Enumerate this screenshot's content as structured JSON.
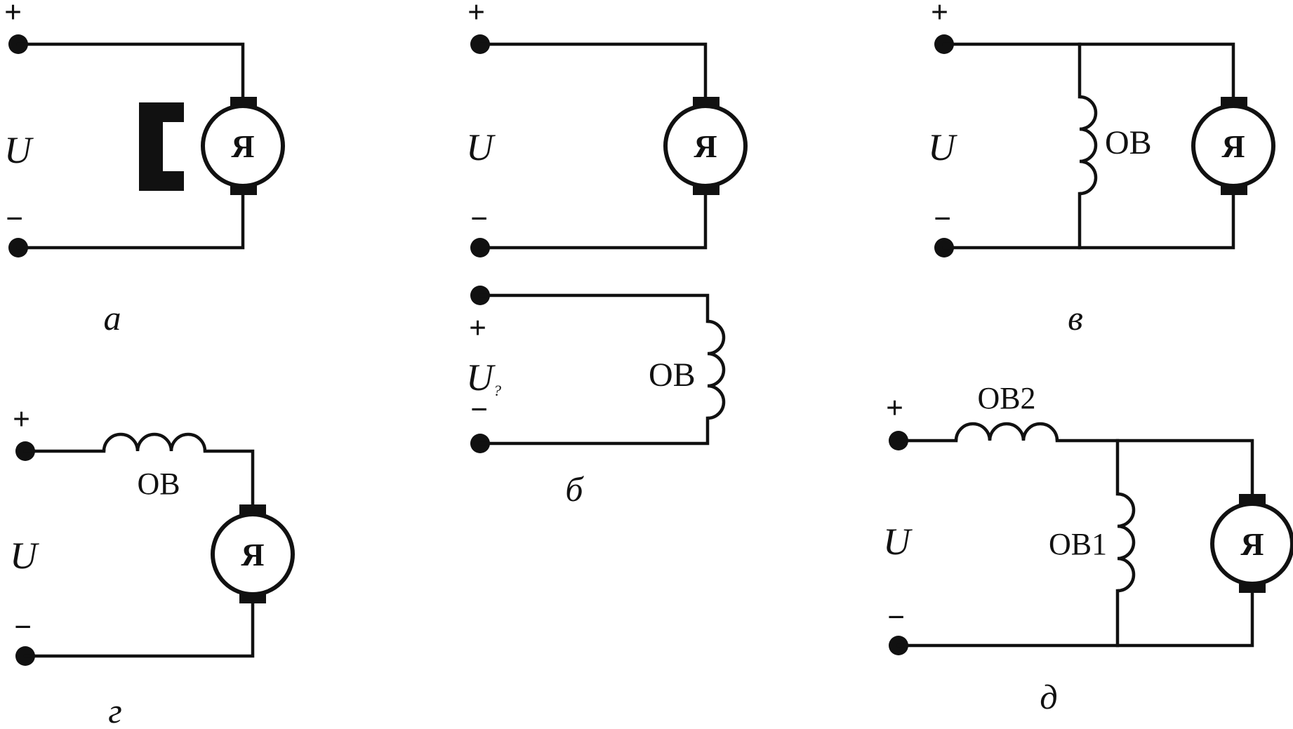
{
  "panels": {
    "a": {
      "plus": "+",
      "minus": "−",
      "voltage": "U",
      "armature": "Я",
      "caption": "а"
    },
    "b": {
      "plus": "+",
      "minus": "−",
      "voltage": "U",
      "armature": "Я",
      "field_plus": "+",
      "field_minus": "−",
      "field_voltage": "U",
      "field_voltage_sub": "?",
      "field_winding": "ОВ",
      "caption": "б"
    },
    "v": {
      "plus": "+",
      "minus": "−",
      "voltage": "U",
      "field_winding": "ОВ",
      "armature": "Я",
      "caption": "в"
    },
    "g": {
      "plus": "+",
      "minus": "−",
      "voltage": "U",
      "field_winding": "ОВ",
      "armature": "Я",
      "caption": "г"
    },
    "d": {
      "plus": "+",
      "minus": "−",
      "voltage": "U",
      "series_winding": "ОВ2",
      "shunt_winding": "ОВ1",
      "armature": "Я",
      "caption": "д"
    }
  },
  "colors": {
    "ink": "#111111",
    "background": "#ffffff"
  }
}
